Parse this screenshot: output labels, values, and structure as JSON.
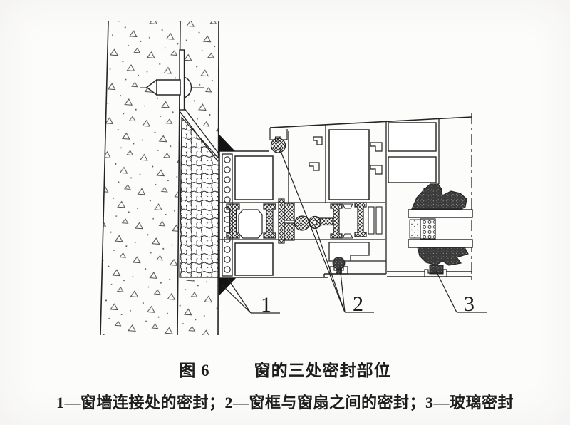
{
  "figure": {
    "caption_label": "图 6",
    "caption_title": "窗的三处密封部位",
    "legend": "1—窗墙连接处的密封；2—窗框与窗扇之间的密封；3—玻璃密封",
    "callouts": {
      "one": "1",
      "two": "2",
      "three": "3"
    }
  },
  "colors": {
    "ink": "#242424",
    "paper": "#fcfcfb",
    "seal_black": "#141414",
    "gasket_dark": "#3a3a3a"
  }
}
